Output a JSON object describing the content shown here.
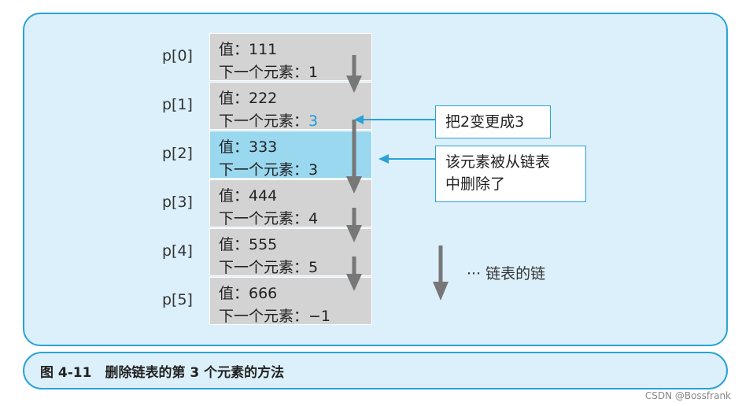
{
  "figure": {
    "caption": "图 4-11　删除链表的第 3 个元素的方法"
  },
  "elements": [
    {
      "index_label": "p[0]",
      "value_line": "值：111",
      "next_prefix": "下一个元素：",
      "next_value": "1",
      "highlighted": false
    },
    {
      "index_label": "p[1]",
      "value_line": "值：222",
      "next_prefix": "下一个元素：",
      "next_value": "3",
      "highlighted": false
    },
    {
      "index_label": "p[2]",
      "value_line": "值：333",
      "next_prefix": "下一个元素：",
      "next_value": "3",
      "highlighted": true
    },
    {
      "index_label": "p[3]",
      "value_line": "值：444",
      "next_prefix": "下一个元素：",
      "next_value": "4",
      "highlighted": false
    },
    {
      "index_label": "p[4]",
      "value_line": "值：555",
      "next_prefix": "下一个元素：",
      "next_value": "5",
      "highlighted": false
    },
    {
      "index_label": "p[5]",
      "value_line": "值：666",
      "next_prefix": "下一个元素：",
      "next_value": "−1",
      "highlighted": false
    }
  ],
  "annotations": {
    "change_note": "把2变更成3",
    "removed_note_line1": "该元素被从链表",
    "removed_note_line2": "中删除了"
  },
  "legend": {
    "text": "··· 链表的链"
  },
  "watermark": "CSDN @Bossfrank",
  "colors": {
    "accent": "#2aa2d8",
    "panel_bg": "#dcf0fb",
    "cell_bg": "#d3d3d3",
    "highlight_bg": "#9ad8f0",
    "arrow_gray": "#777777",
    "changed_value": "#1e9ad6"
  }
}
